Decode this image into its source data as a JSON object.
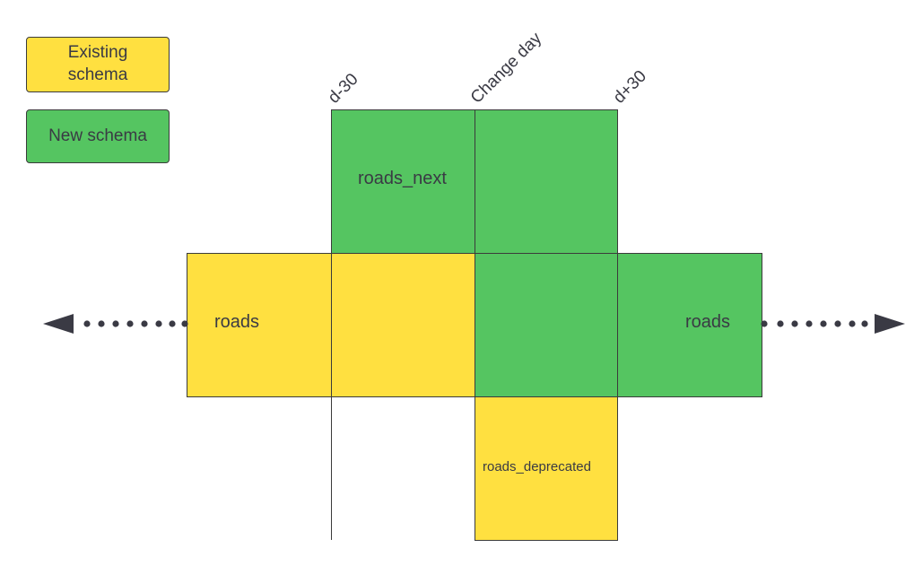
{
  "legend": {
    "existing_label": "Existing\nschema",
    "new_label": "New schema"
  },
  "colors": {
    "existing": "#ffe040",
    "new": "#55c561",
    "stroke": "#3b3b3b",
    "arrow": "#3a3a44"
  },
  "markers": {
    "d_minus": "d-30",
    "change_day": "Change day",
    "d_plus": "d+30"
  },
  "tables": {
    "roads_left": "roads",
    "roads_next": "roads_next",
    "roads_right": "roads",
    "roads_deprecated": "roads_deprecated"
  }
}
